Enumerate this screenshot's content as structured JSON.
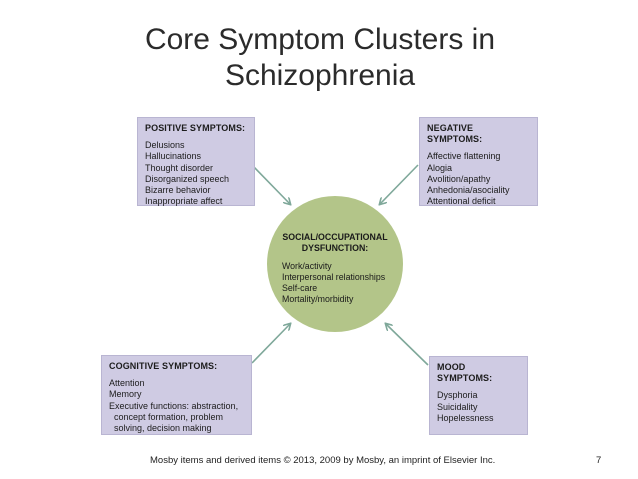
{
  "title": {
    "line1": "Core Symptom Clusters in",
    "line2": "Schizophrenia"
  },
  "positive": {
    "header": "POSITIVE SYMPTOMS:",
    "items": [
      "Delusions",
      "Hallucinations",
      "Thought disorder",
      "Disorganized speech",
      "Bizarre behavior",
      "Inappropriate affect"
    ]
  },
  "negative": {
    "header": "NEGATIVE SYMPTOMS:",
    "items": [
      "Affective flattening",
      "Alogia",
      "Avolition/apathy",
      "Anhedonia/asociality",
      "Attentional deficit"
    ]
  },
  "center": {
    "header_line1": "SOCIAL/OCCUPATIONAL",
    "header_line2": "DYSFUNCTION:",
    "items": [
      "Work/activity",
      "Interpersonal relationships",
      "Self-care",
      "Mortality/morbidity"
    ]
  },
  "cognitive": {
    "header": "COGNITIVE SYMPTOMS:",
    "items": [
      "Attention",
      "Memory",
      "Executive functions: abstraction,",
      "  concept formation, problem",
      "  solving, decision making"
    ]
  },
  "mood": {
    "header": "MOOD SYMPTOMS:",
    "items": [
      "Dysphoria",
      "Suicidality",
      "Hopelessness"
    ]
  },
  "footer": {
    "credit": "Mosby items and derived items © 2013, 2009 by Mosby, an imprint of Elsevier Inc.",
    "page": "7"
  },
  "colors": {
    "box_fill": "#cfcbe3",
    "circle_fill": "#b3c589",
    "arrow": "#7fa89a"
  }
}
